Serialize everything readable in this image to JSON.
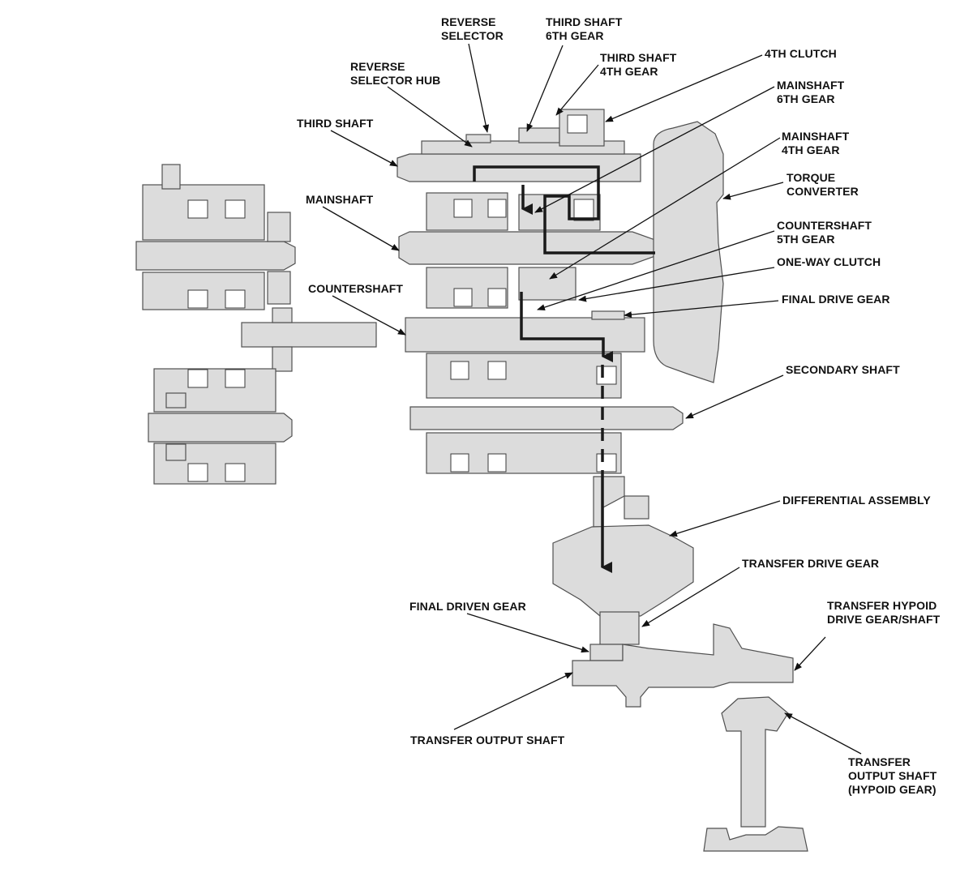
{
  "labels": {
    "reverse_selector": "REVERSE\nSELECTOR",
    "third_shaft_6th_gear": "THIRD SHAFT\n6TH GEAR",
    "third_shaft_4th_gear": "THIRD SHAFT\n4TH GEAR",
    "fourth_clutch": "4TH CLUTCH",
    "reverse_selector_hub": "REVERSE\nSELECTOR HUB",
    "mainshaft_6th_gear": "MAINSHAFT\n6TH GEAR",
    "third_shaft": "THIRD SHAFT",
    "mainshaft_4th_gear": "MAINSHAFT\n4TH GEAR",
    "torque_converter": "TORQUE\nCONVERTER",
    "mainshaft": "MAINSHAFT",
    "countershaft_5th_gear": "COUNTERSHAFT\n5TH GEAR",
    "one_way_clutch": "ONE-WAY CLUTCH",
    "countershaft": "COUNTERSHAFT",
    "final_drive_gear": "FINAL DRIVE GEAR",
    "secondary_shaft": "SECONDARY SHAFT",
    "differential_assembly": "DIFFERENTIAL ASSEMBLY",
    "transfer_drive_gear": "TRANSFER DRIVE GEAR",
    "final_driven_gear": "FINAL DRIVEN GEAR",
    "transfer_hypoid_drive_gear_shaft": "TRANSFER HYPOID\nDRIVE GEAR/SHAFT",
    "transfer_output_shaft": "TRANSFER OUTPUT SHAFT",
    "transfer_output_shaft_hypoid_gear": "TRANSFER\nOUTPUT SHAFT\n(HYPOID GEAR)"
  },
  "colors": {
    "part_fill": "#dcdcdc",
    "part_outline": "#505050",
    "power_flow": "#1a1a1a",
    "text": "#111111",
    "background": "#ffffff"
  }
}
